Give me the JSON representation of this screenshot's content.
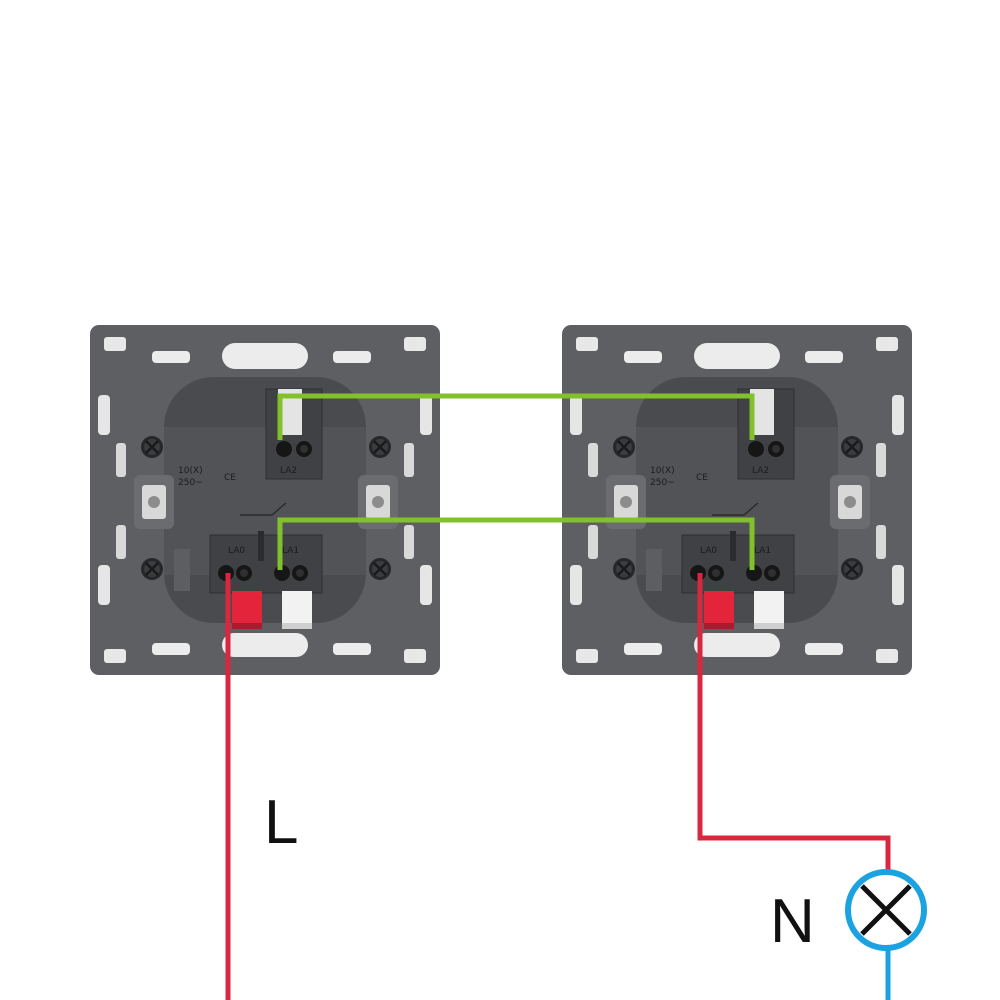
{
  "labels": {
    "live": "L",
    "neutral": "N"
  },
  "switch_markings": {
    "rating_amp": "10(X)",
    "rating_volt": "250~",
    "ce": "CE",
    "terminal_la2": "LA2",
    "terminal_la0": "LA0",
    "terminal_la1": "LA1"
  },
  "colors": {
    "background": "#ffffff",
    "mounting_plate": "#5e5f62",
    "switch_body": "#4a4b4e",
    "live_wire": "#d8283f",
    "traveler_wires": "#83c12c",
    "neutral_wire": "#1ba2e0",
    "lamp_outline": "#1ba2e0",
    "terminal_clip_live": "#e3243b",
    "terminal_clip_white": "#f2f2f2"
  },
  "icons": [
    "lamp-icon",
    "switch-mechanism-icon"
  ]
}
